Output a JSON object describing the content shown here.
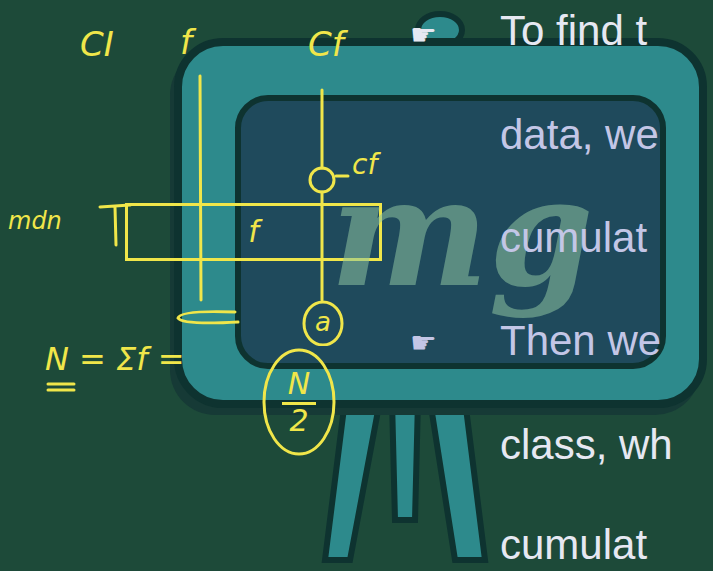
{
  "diagram": {
    "nodes": [
      {
        "text": [
          "f"
        ]
      },
      {
        "text": [
          "a"
        ]
      },
      {
        "text": [
          "N",
          "2"
        ]
      }
    ],
    "labels": [
      "CI",
      "f",
      "Cf",
      "cf",
      "mdn",
      "N = Σf =",
      "mg",
      "☛",
      "To find t",
      "data, we",
      "cumulat",
      "☛",
      "Then we",
      "class, wh",
      "cumulat"
    ]
  }
}
